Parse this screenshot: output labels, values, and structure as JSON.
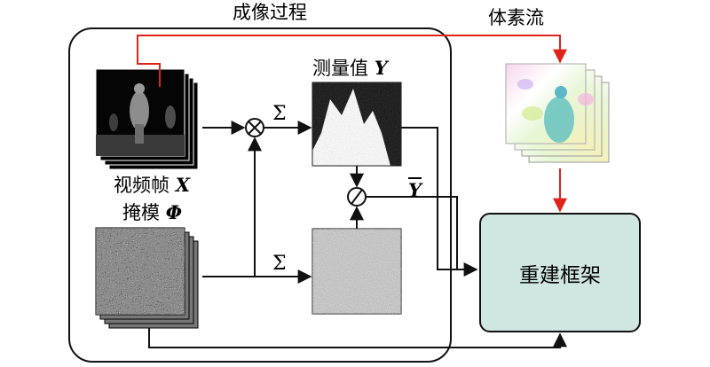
{
  "labels": {
    "imaging_process": "成像过程",
    "voxel_flow": "体素流",
    "measurement_text": "测量值",
    "measurement_var": "Y",
    "video_frames_text": "视频帧",
    "video_frames_var": "X",
    "mask_text": "掩模",
    "mask_var": "Φ",
    "sum_symbol_top": "Σ",
    "sum_symbol_bottom": "Σ",
    "y_bar": "Y",
    "reconstruction_framework": "重建框架"
  },
  "operators": {
    "multiply": "⊗",
    "divide": "⊘"
  },
  "colors": {
    "arrow_black": "#111111",
    "arrow_red": "#e0231c",
    "reconstruction_fill": "#cfe7e0",
    "imaging_box_border": "#111111"
  },
  "icons": {
    "video_frames": "stacked-video-frames-icon",
    "masks": "stacked-noise-masks-icon",
    "measurement": "measurement-image-icon",
    "normalization": "noise-image-icon",
    "voxel_flow": "stacked-flow-map-icon"
  }
}
